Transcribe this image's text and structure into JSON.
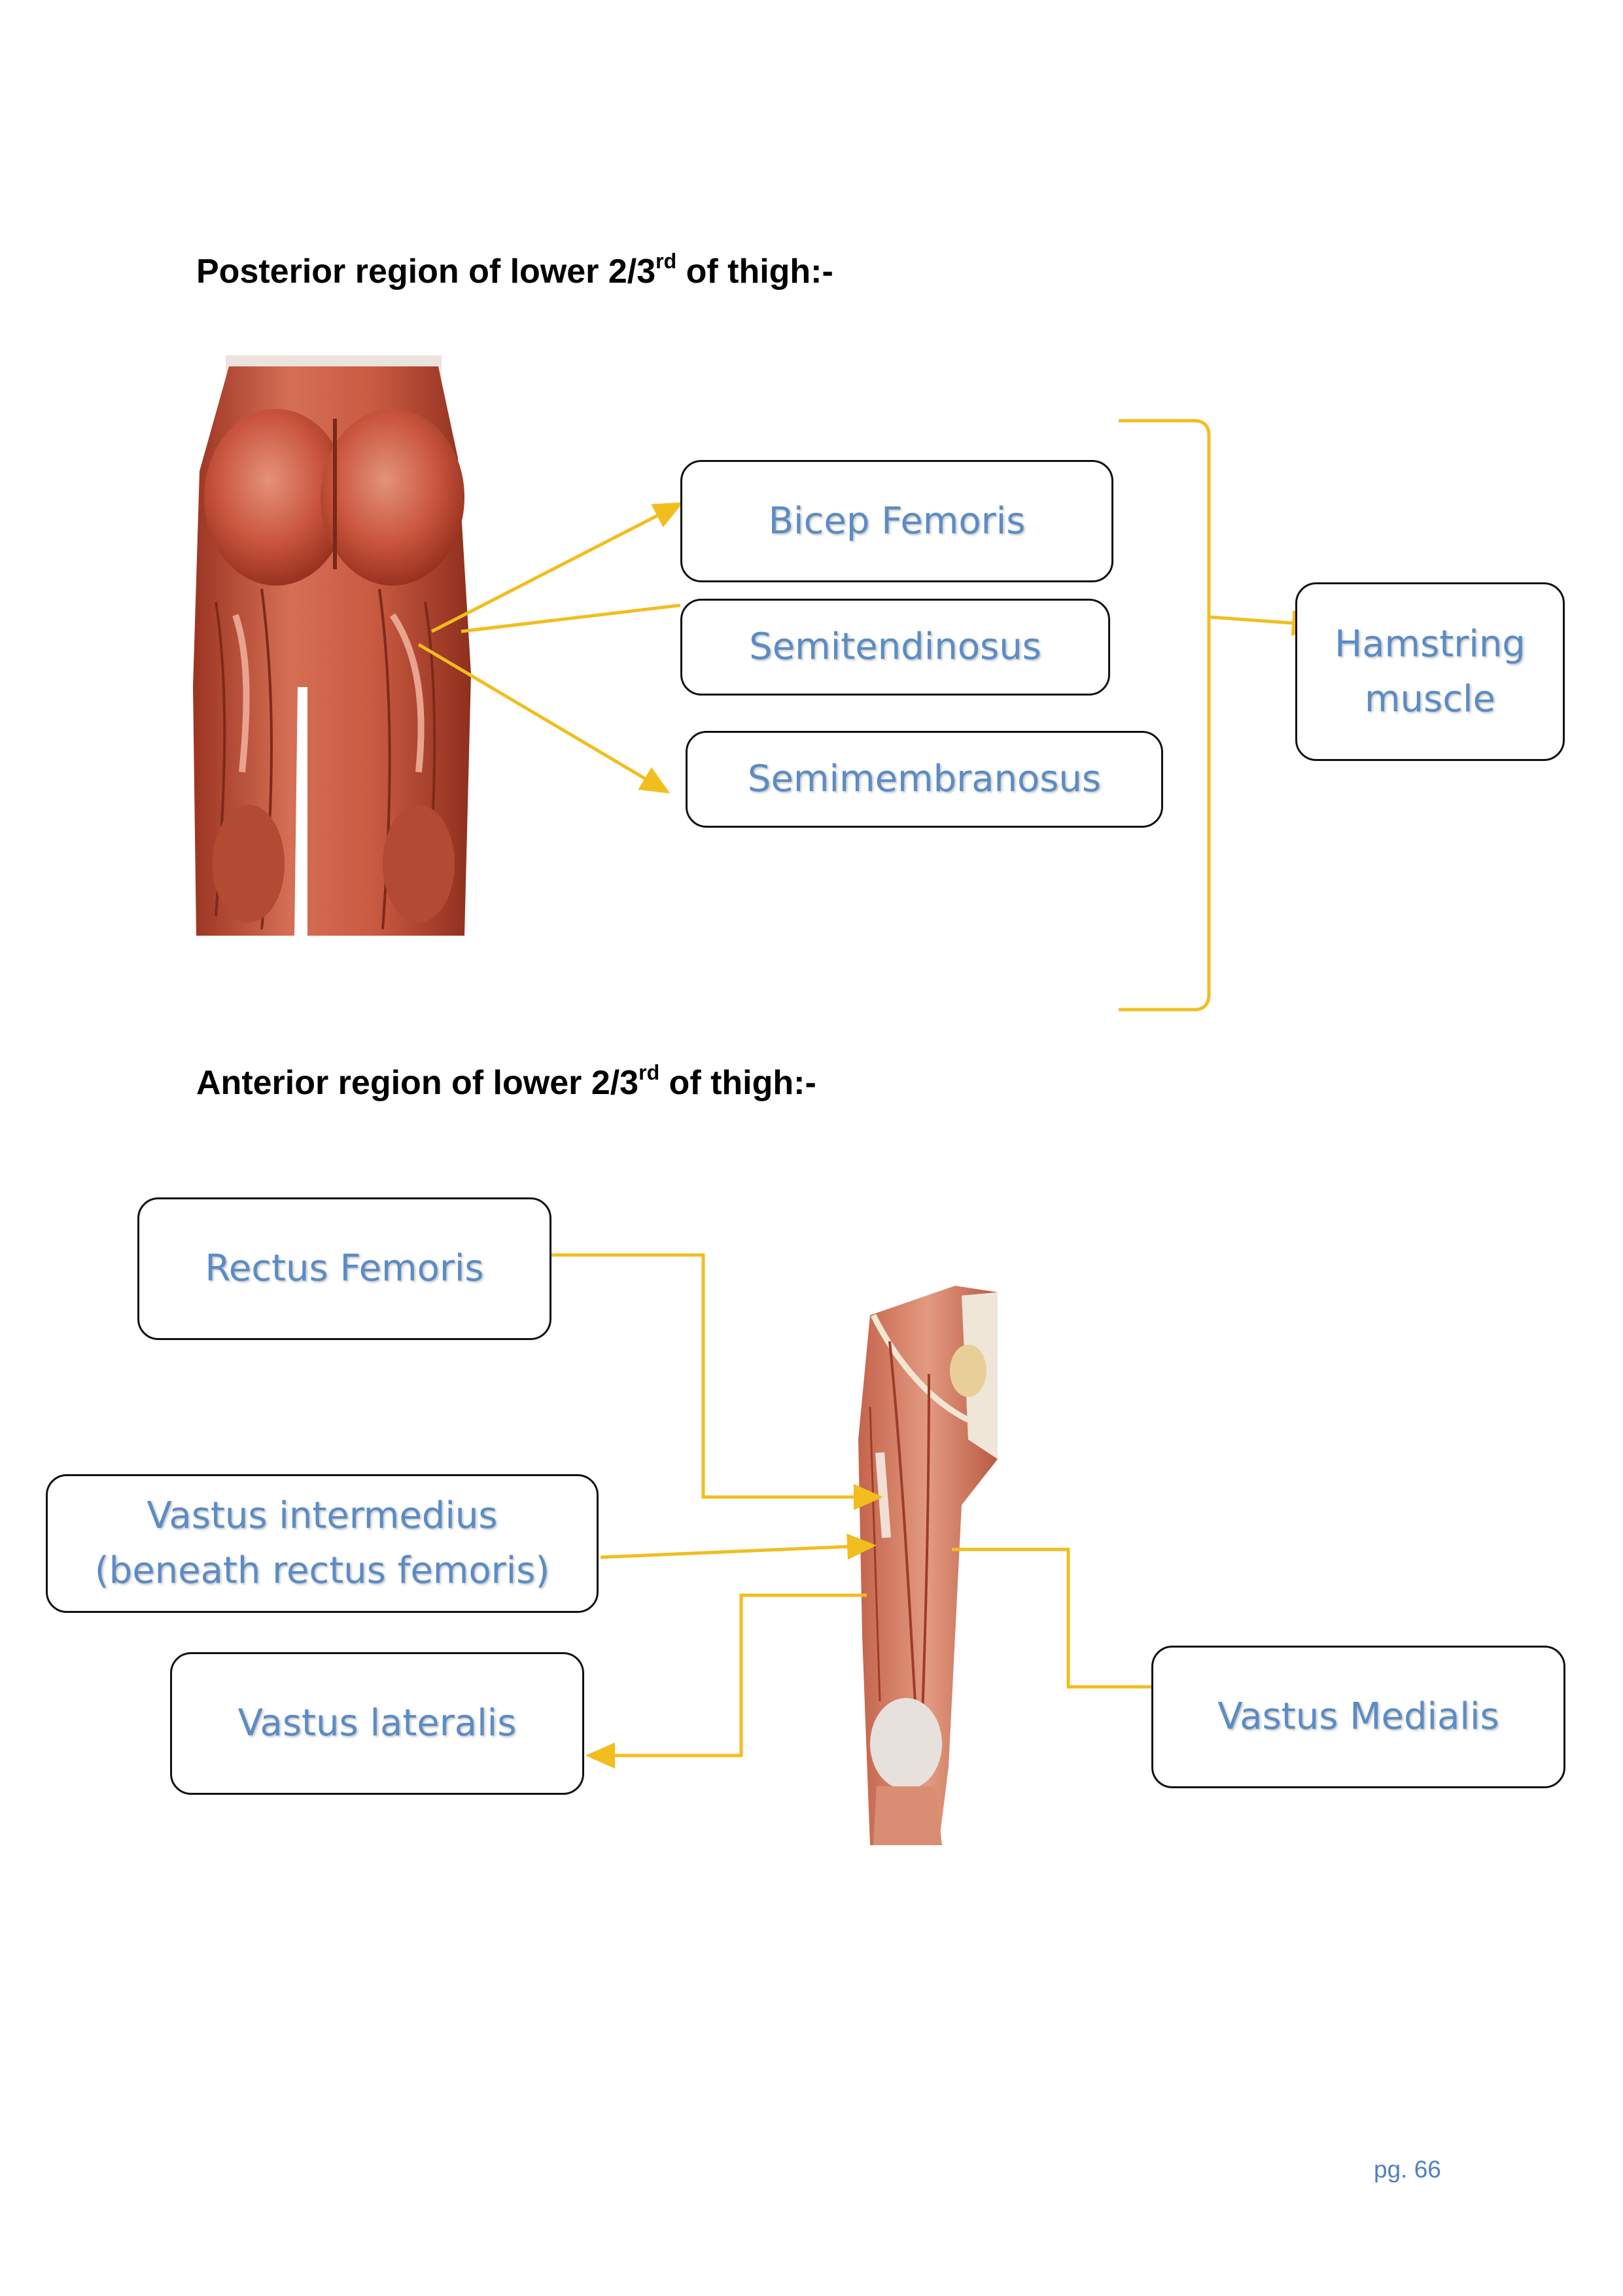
{
  "posterior": {
    "heading": {
      "text": "Posterior region of lower 2/3",
      "sup": "rd",
      "suffix": " of thigh:-"
    },
    "labels": {
      "bicep_femoris": "Bicep Femoris",
      "semitendinosus": "Semitendinosus",
      "semimembranosus": "Semimembranosus",
      "hamstring_line1": "Hamstring",
      "hamstring_line2": "muscle"
    }
  },
  "anterior": {
    "heading": {
      "text": "Anterior region of lower 2/3",
      "sup": "rd",
      "suffix": " of thigh:-"
    },
    "labels": {
      "rectus_femoris": "Rectus Femoris",
      "vastus_intermedius_line1": "Vastus intermedius",
      "vastus_intermedius_line2": "(beneath rectus femoris)",
      "vastus_lateralis": "Vastus lateralis",
      "vastus_medialis": "Vastus Medialis"
    }
  },
  "footer": {
    "page_number": "pg. 66"
  },
  "colors": {
    "arrow": "#f2bd1e",
    "label_text": "#5b8cc4",
    "muscle": "#c0533c",
    "muscle_light": "#e08a6c"
  }
}
